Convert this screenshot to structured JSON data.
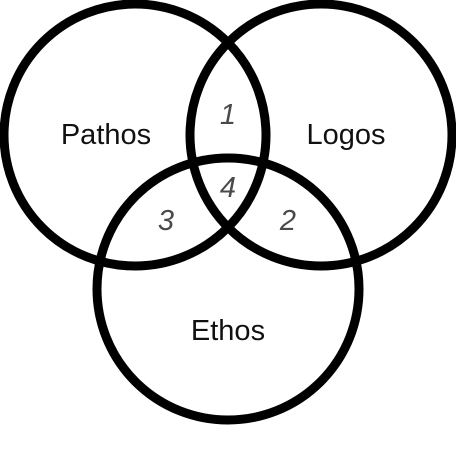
{
  "diagram": {
    "type": "venn-3",
    "stroke_color": "#000000",
    "sets": [
      {
        "id": "pathos",
        "label": "Pathos"
      },
      {
        "id": "logos",
        "label": "Logos"
      },
      {
        "id": "ethos",
        "label": "Ethos"
      }
    ],
    "regions": [
      {
        "id": "pathos-logos",
        "label": "1"
      },
      {
        "id": "logos-ethos",
        "label": "2"
      },
      {
        "id": "pathos-ethos",
        "label": "3"
      },
      {
        "id": "all-three",
        "label": "4"
      }
    ]
  }
}
